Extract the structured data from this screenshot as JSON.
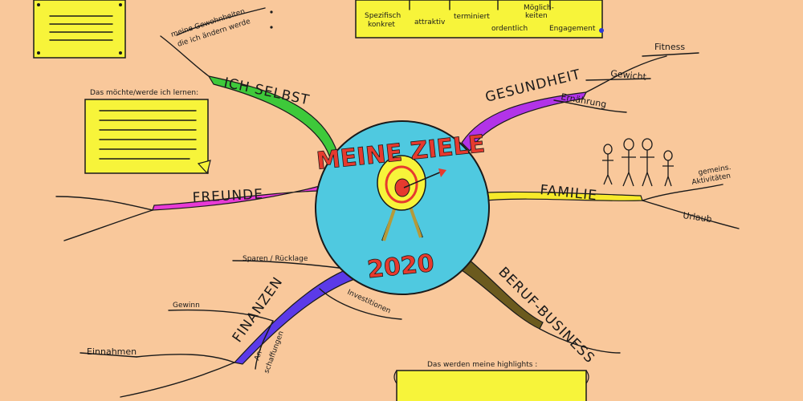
{
  "center": {
    "title": "MEINE ZIELE",
    "year": "2020"
  },
  "branches": {
    "ich_selbst": {
      "label": "ICH SELBST",
      "sub": [
        "meine Gewohnheiten",
        "die ich ändern werde"
      ]
    },
    "gesundheit": {
      "label": "GESUNDHEIT",
      "sub": [
        "Fitness",
        "Gewicht",
        "Ernährung"
      ]
    },
    "freunde": {
      "label": "FREUNDE"
    },
    "familie": {
      "label": "FAMILIE",
      "sub": [
        "gemeins.",
        "Aktivitäten",
        "Urlaub"
      ]
    },
    "finanzen": {
      "label": "FINANZEN",
      "sub": [
        "Sparen / Rücklage",
        "Gewinn",
        "Investitionen",
        "Einnahmen",
        "An-",
        "schaffungen"
      ]
    },
    "beruf": {
      "label": "BERUF-BUSINESS"
    }
  },
  "notes": {
    "learn_title": "Das möchte/werde ich lernen:",
    "highlights_title": "Das werden meine highlights :"
  },
  "smart_box": {
    "items": [
      "Spezifisch",
      "konkret",
      "attraktiv",
      "terminiert",
      "Möglich-",
      "keiten",
      "ordentlich",
      "Engagement"
    ]
  },
  "colors": {
    "background": "#f9c89b",
    "circle": "#4fc9e0",
    "note_yellow": "#f7f43a",
    "ich_selbst": "#3ec93a",
    "gesundheit": "#b233e8",
    "freunde": "#e83ad6",
    "familie": "#f7ea2a",
    "finanzen": "#5b3ae8",
    "beruf": "#6b5a1e",
    "title_red": "#e63a2e"
  }
}
